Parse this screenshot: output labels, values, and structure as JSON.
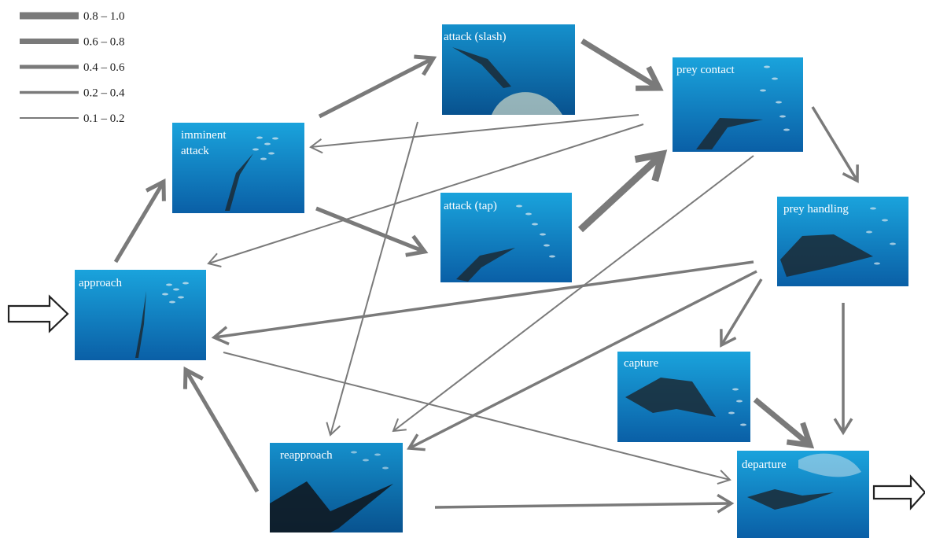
{
  "legend": {
    "title": "",
    "items": [
      {
        "label": "0.8 – 1.0",
        "weight": 0.9
      },
      {
        "label": "0.6 – 0.8",
        "weight": 0.7
      },
      {
        "label": "0.4 – 0.6",
        "weight": 0.5
      },
      {
        "label": "0.2 – 0.4",
        "weight": 0.3
      },
      {
        "label": "0.1 – 0.2",
        "weight": 0.15
      }
    ]
  },
  "states": {
    "approach": {
      "label_lines": [
        "approach"
      ]
    },
    "imminent_attack": {
      "label_lines": [
        "imminent",
        "attack"
      ]
    },
    "attack_slash": {
      "label_lines": [
        "attack (slash)"
      ]
    },
    "attack_tap": {
      "label_lines": [
        "attack (tap)"
      ]
    },
    "prey_contact": {
      "label_lines": [
        "prey contact"
      ]
    },
    "prey_handling": {
      "label_lines": [
        "prey handling"
      ]
    },
    "capture": {
      "label_lines": [
        "capture"
      ]
    },
    "reapproach": {
      "label_lines": [
        "reapproach"
      ]
    },
    "departure": {
      "label_lines": [
        "departure"
      ]
    }
  },
  "transitions": [
    {
      "from": "approach",
      "to": "imminent_attack",
      "weight": 0.5
    },
    {
      "from": "imminent_attack",
      "to": "attack_slash",
      "weight": 0.5
    },
    {
      "from": "imminent_attack",
      "to": "attack_tap",
      "weight": 0.5
    },
    {
      "from": "attack_slash",
      "to": "prey_contact",
      "weight": 0.7
    },
    {
      "from": "attack_slash",
      "to": "reapproach",
      "weight": 0.15
    },
    {
      "from": "attack_tap",
      "to": "prey_contact",
      "weight": 0.9
    },
    {
      "from": "prey_contact",
      "to": "imminent_attack",
      "weight": 0.15
    },
    {
      "from": "prey_contact",
      "to": "approach",
      "weight": 0.15
    },
    {
      "from": "prey_contact",
      "to": "prey_handling",
      "weight": 0.3
    },
    {
      "from": "prey_contact",
      "to": "reapproach",
      "weight": 0.15
    },
    {
      "from": "prey_handling",
      "to": "approach",
      "weight": 0.3
    },
    {
      "from": "prey_handling",
      "to": "capture",
      "weight": 0.3
    },
    {
      "from": "prey_handling",
      "to": "reapproach",
      "weight": 0.3
    },
    {
      "from": "prey_handling",
      "to": "departure",
      "weight": 0.3
    },
    {
      "from": "capture",
      "to": "departure",
      "weight": 0.7
    },
    {
      "from": "reapproach",
      "to": "approach",
      "weight": 0.5
    },
    {
      "from": "reapproach",
      "to": "departure",
      "weight": 0.3
    },
    {
      "from": "approach",
      "to": "departure",
      "weight": 0.15
    }
  ],
  "entry": {
    "to": "approach"
  },
  "exit": {
    "from": "departure"
  },
  "colors": {
    "edge": "#7a7a7a",
    "label": "#ffffff",
    "water_light": "#1aa3dc",
    "water_dark": "#0a5fa6"
  },
  "icons": {
    "entry": "hollow-arrow-right-icon",
    "exit": "hollow-arrow-right-icon"
  }
}
